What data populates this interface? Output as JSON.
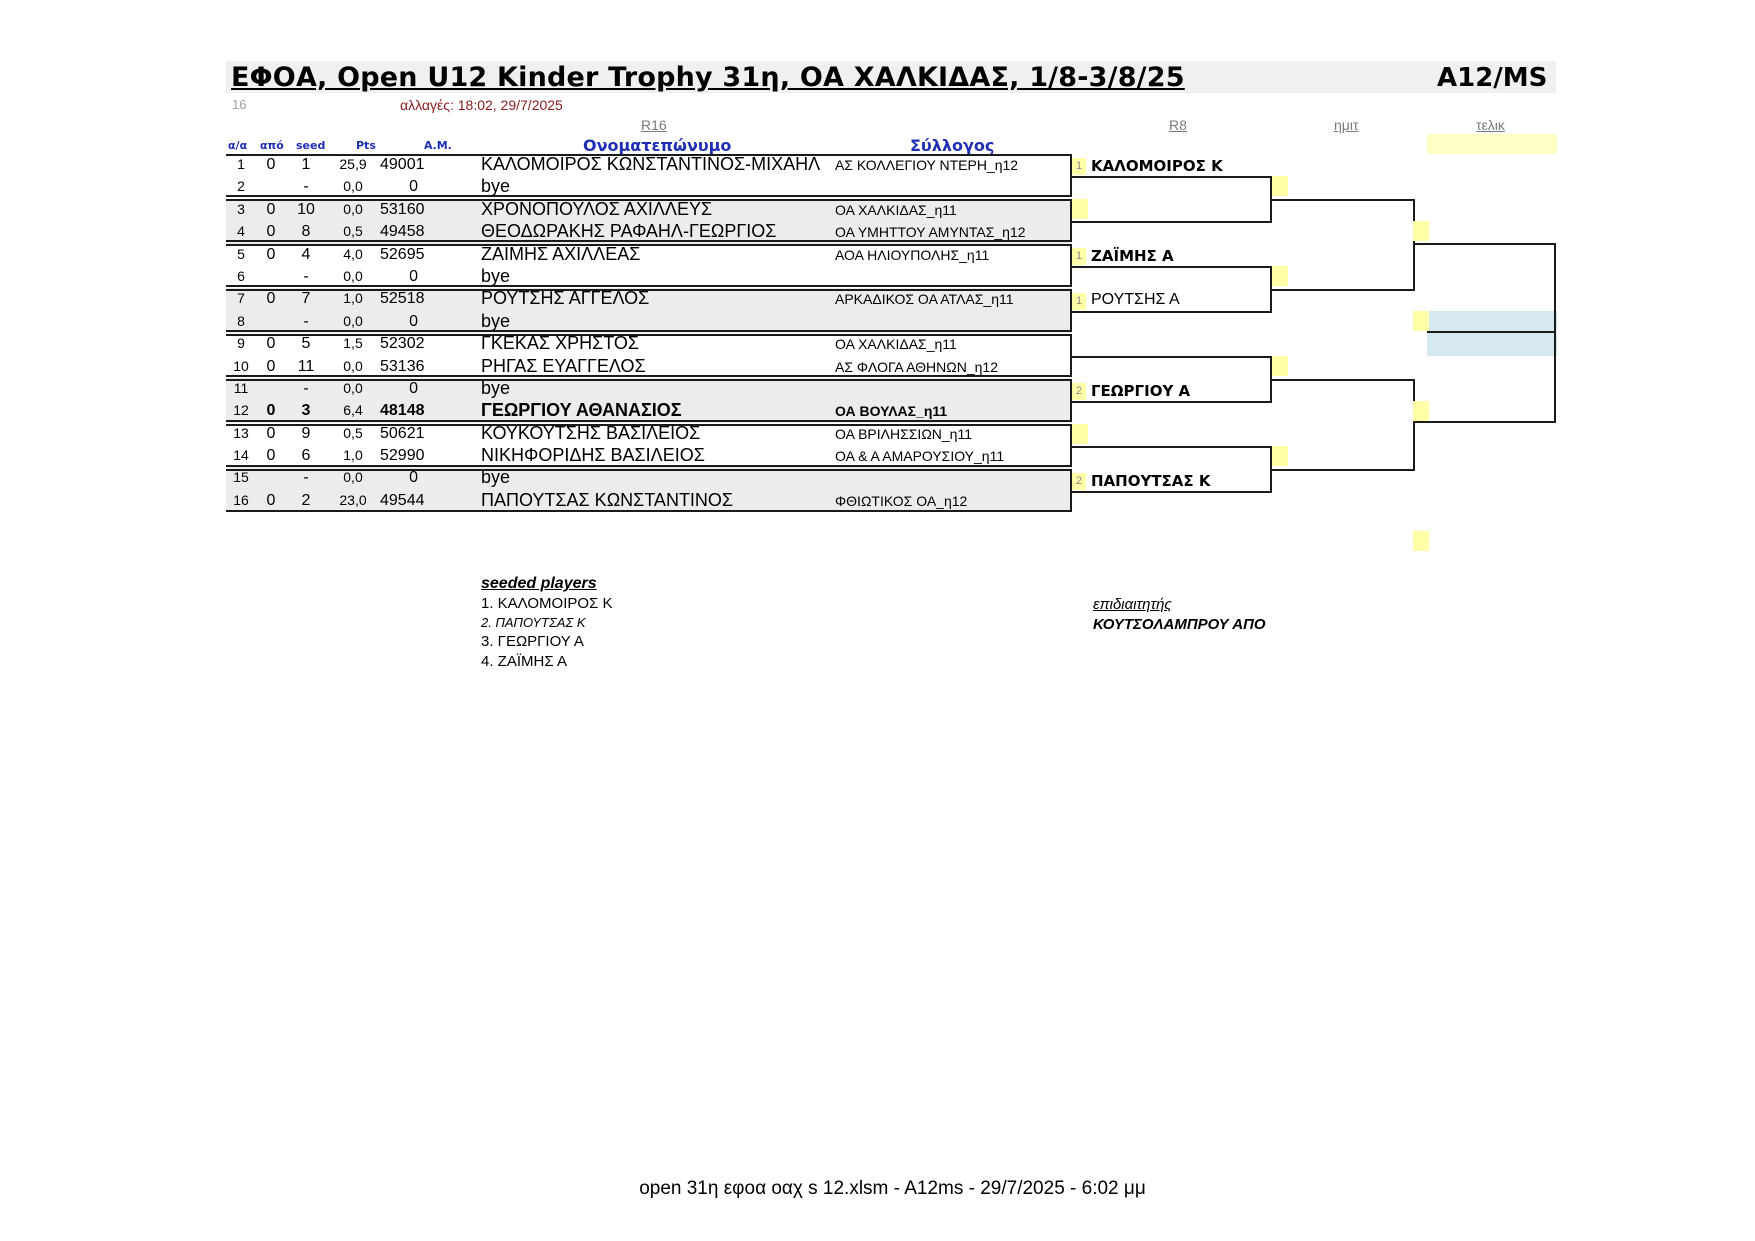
{
  "header": {
    "title": "ΕΦΟΑ, Open U12 Kinder Trophy 31η, ΟΑ ΧΑΛΚΙΔΑΣ, 1/8-3/8/25",
    "event_code": "A12/MS",
    "draw_size": "16",
    "changes": "αλλαγές: 18:02, 29/7/2025"
  },
  "rounds": {
    "r16": "R16",
    "r8": "R8",
    "semi": "ημιτ",
    "final": "τελικ"
  },
  "columns": {
    "aa": "α/α",
    "apo": "από",
    "seed": "seed",
    "pts": "Pts",
    "am": "Α.Μ.",
    "name": "Ονοματεπώνυμο",
    "club": "Σύλλογος"
  },
  "entries": [
    {
      "aa": "1",
      "apo": "0",
      "seed": "1",
      "pts": "25,9",
      "am": "49001",
      "name": "ΚΑΛΟΜΟΙΡΟΣ ΚΩΝΣΤΑΝΤΙΝΟΣ-ΜΙΧΑΗΛ",
      "club": "ΑΣ ΚΟΛΛΕΓΙΟΥ ΝΤΕΡΗ_η12"
    },
    {
      "aa": "2",
      "apo": "",
      "seed": "-",
      "pts": "0,0",
      "am": "0",
      "name": "bye",
      "club": ""
    },
    {
      "aa": "3",
      "apo": "0",
      "seed": "10",
      "pts": "0,0",
      "am": "53160",
      "name": "ΧΡΟΝΟΠΟΥΛΟΣ ΑΧΙΛΛΕΥΣ",
      "club": "ΟΑ ΧΑΛΚΙΔΑΣ_η11"
    },
    {
      "aa": "4",
      "apo": "0",
      "seed": "8",
      "pts": "0,5",
      "am": "49458",
      "name": "ΘΕΟΔΩΡΑΚΗΣ ΡΑΦΑΗΛ-ΓΕΩΡΓΙΟΣ",
      "club": "ΟΑ ΥΜΗΤΤΟΥ ΑΜΥΝΤΑΣ_η12"
    },
    {
      "aa": "5",
      "apo": "0",
      "seed": "4",
      "pts": "4,0",
      "am": "52695",
      "name": "ΖΑΪΜΗΣ ΑΧΙΛΛΕΑΣ",
      "club": "ΑΟΑ ΗΛΙΟΥΠΟΛΗΣ_η11"
    },
    {
      "aa": "6",
      "apo": "",
      "seed": "-",
      "pts": "0,0",
      "am": "0",
      "name": "bye",
      "club": ""
    },
    {
      "aa": "7",
      "apo": "0",
      "seed": "7",
      "pts": "1,0",
      "am": "52518",
      "name": "ΡΟΥΤΣΗΣ ΑΓΓΕΛΟΣ",
      "club": "ΑΡΚΑΔΙΚΟΣ ΟΑ ΑΤΛΑΣ_η11"
    },
    {
      "aa": "8",
      "apo": "",
      "seed": "-",
      "pts": "0,0",
      "am": "0",
      "name": "bye",
      "club": ""
    },
    {
      "aa": "9",
      "apo": "0",
      "seed": "5",
      "pts": "1,5",
      "am": "52302",
      "name": "ΓΚΕΚΑΣ ΧΡΗΣΤΟΣ",
      "club": "ΟΑ ΧΑΛΚΙΔΑΣ_η11"
    },
    {
      "aa": "10",
      "apo": "0",
      "seed": "11",
      "pts": "0,0",
      "am": "53136",
      "name": "ΡΗΓΑΣ ΕΥΑΓΓΕΛΟΣ",
      "club": "ΑΣ ΦΛΟΓΑ ΑΘΗΝΩΝ_η12"
    },
    {
      "aa": "11",
      "apo": "",
      "seed": "-",
      "pts": "0,0",
      "am": "0",
      "name": "bye",
      "club": ""
    },
    {
      "aa": "12",
      "apo": "0",
      "seed": "3",
      "pts": "6,4",
      "am": "48148",
      "name": "ΓΕΩΡΓΙΟΥ ΑΘΑΝΑΣΙΟΣ",
      "club": "ΟΑ ΒΟΥΛΑΣ_η11"
    },
    {
      "aa": "13",
      "apo": "0",
      "seed": "9",
      "pts": "0,5",
      "am": "50621",
      "name": "ΚΟΥΚΟΥΤΣΗΣ ΒΑΣΙΛΕΙΟΣ",
      "club": "ΟΑ ΒΡΙΛΗΣΣΙΩΝ_η11"
    },
    {
      "aa": "14",
      "apo": "0",
      "seed": "6",
      "pts": "1,0",
      "am": "52990",
      "name": "ΝΙΚΗΦΟΡΙΔΗΣ ΒΑΣΙΛΕΙΟΣ",
      "club": "ΟΑ & Α ΑΜΑΡΟΥΣΙΟΥ_η11"
    },
    {
      "aa": "15",
      "apo": "",
      "seed": "-",
      "pts": "0,0",
      "am": "0",
      "name": "bye",
      "club": ""
    },
    {
      "aa": "16",
      "apo": "0",
      "seed": "2",
      "pts": "23,0",
      "am": "49544",
      "name": "ΠΑΠΟΥΤΣΑΣ ΚΩΝΣΤΑΝΤΙΝΟΣ",
      "club": "ΦΘΙΩΤΙΚΟΣ ΟΑ_η12"
    }
  ],
  "quarterfinal": [
    {
      "seed_mark": "1",
      "name": "ΚΑΛΟΜΟΙΡΟΣ Κ"
    },
    {
      "seed_mark": "",
      "name": ""
    },
    {
      "seed_mark": "1",
      "name": "ΖΑΪΜΗΣ Α"
    },
    {
      "seed_mark": "1",
      "name": "ΡΟΥΤΣΗΣ Α"
    },
    {
      "seed_mark": "",
      "name": ""
    },
    {
      "seed_mark": "2",
      "name": "ΓΕΩΡΓΙΟΥ Α"
    },
    {
      "seed_mark": "",
      "name": ""
    },
    {
      "seed_mark": "2",
      "name": "ΠΑΠΟΥΤΣΑΣ Κ"
    }
  ],
  "seeded": {
    "title": "seeded players",
    "players": [
      "1. ΚΑΛΟΜΟΙΡΟΣ Κ",
      "2. ΠΑΠΟΥΤΣΑΣ Κ",
      "3. ΓΕΩΡΓΙΟΥ Α",
      "4. ΖΑΪΜΗΣ Α"
    ]
  },
  "holder": {
    "label": "επιδιαιτητής",
    "name": "ΚΟΥΤΣΟΛΑΜΠΡΟΥ ΑΠΟ"
  },
  "footer": "open 31η εφοα οαχ s 12.xlsm -  A12ms - 29/7/2025 - 6:02 μμ",
  "colors": {
    "highlight_yellow": "#ffffa8",
    "final_blue": "#d6e9f0",
    "header_blue": "#1f2fb5",
    "changes_red": "#8b1a1a"
  }
}
